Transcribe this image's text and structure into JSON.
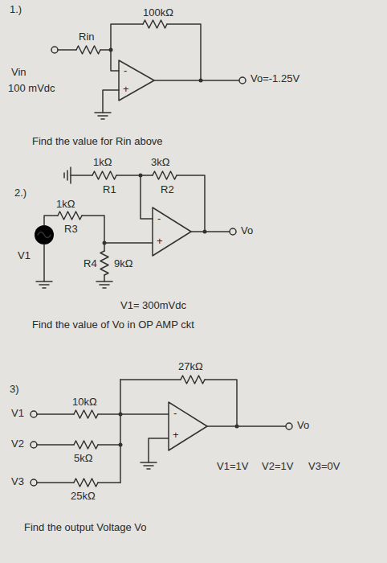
{
  "diagram": {
    "labels": [
      "1.)",
      "100kΩ",
      "Rin",
      "Vin",
      "100 mVdc",
      "-",
      "+",
      "Vo=-1.25V",
      "Find the value for Rin above",
      "2.)",
      "1kΩ",
      "R1",
      "3kΩ",
      "R2",
      "1kΩ",
      "R3",
      "R4",
      "9kΩ",
      "V1",
      "-",
      "+",
      "Vo",
      "V1= 300mVdc",
      "Find the value of Vo in OP AMP ckt",
      "3)",
      "27kΩ",
      "10kΩ",
      "V1",
      "V2",
      "5kΩ",
      "V3",
      "25kΩ",
      "-",
      "+",
      "Vo",
      "V1=1V",
      "V2=1V",
      "V3=0V",
      "Find the output Voltage Vo"
    ]
  }
}
